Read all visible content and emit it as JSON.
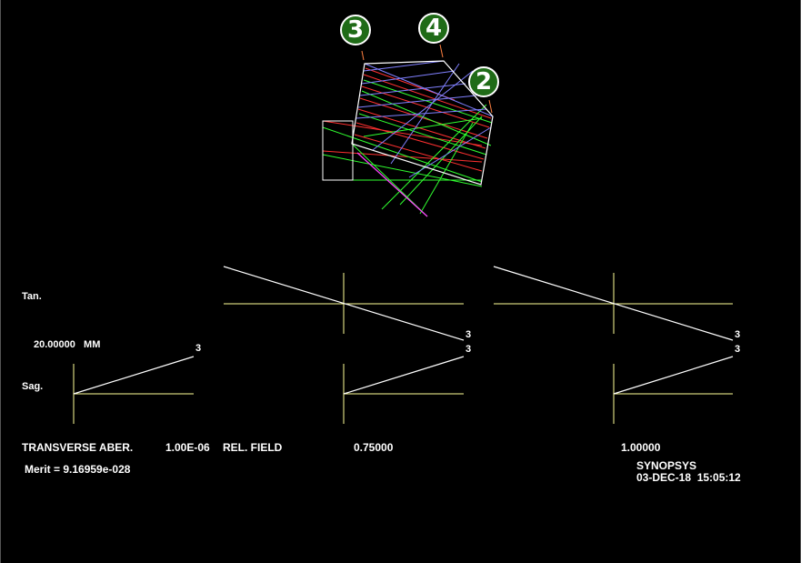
{
  "labels": {
    "tan": "Tan.",
    "sag": "Sag.",
    "scale": "20.00000   MM",
    "transverse": "TRANSVERSE ABER.",
    "wavelength": "1.00E-06",
    "rel_field": "REL. FIELD",
    "field_1": "0.75000",
    "field_2": "1.00000",
    "merit": "Merit = 9.16959e-028",
    "vendor": "SYNOPSYS",
    "datetime": "03-DEC-18  15:05:12"
  },
  "surface_markers": [
    {
      "label": "3"
    },
    {
      "label": "4"
    },
    {
      "label": "2"
    }
  ],
  "curve_tags": {
    "left_sag": "3",
    "mid_tan": "3",
    "mid_sag": "3",
    "right_tan": "3",
    "right_sag": "3"
  },
  "colors": {
    "background": "#000000",
    "axis": "#ffff99",
    "curve": "#ffffff",
    "ray_red": "#ff3030",
    "ray_green": "#30ff30",
    "ray_blue": "#8080ff",
    "prism_edge": "#ffffff",
    "prism_base": "#ff40ff",
    "badge": "#1f6b17"
  }
}
